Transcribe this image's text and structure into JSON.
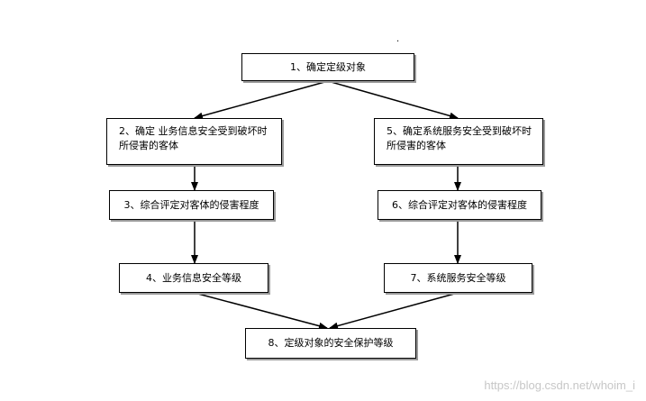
{
  "diagram": {
    "top_mark": ".",
    "nodes": {
      "n1": "1、确定定级对象",
      "n2_line1": "2、确定 业务信息安全受到破坏时",
      "n2_line2": "所侵害的客体",
      "n3": "3、综合评定对客体的侵害程度",
      "n4": "4、业务信息安全等级",
      "n5_line1": "5、确定系统服务安全受到破坏时",
      "n5_line2": "所侵害的客体",
      "n6": "6、综合评定对客体的侵害程度",
      "n7": "7、系统服务安全等级",
      "n8": "8、定级对象的安全保护等级"
    },
    "edges": [
      {
        "from": "n1",
        "to": "n2"
      },
      {
        "from": "n1",
        "to": "n5"
      },
      {
        "from": "n2",
        "to": "n3"
      },
      {
        "from": "n3",
        "to": "n4"
      },
      {
        "from": "n5",
        "to": "n6"
      },
      {
        "from": "n6",
        "to": "n7"
      },
      {
        "from": "n4",
        "to": "n8"
      },
      {
        "from": "n7",
        "to": "n8"
      }
    ]
  },
  "watermark": "https://blog.csdn.net/whoim_i"
}
